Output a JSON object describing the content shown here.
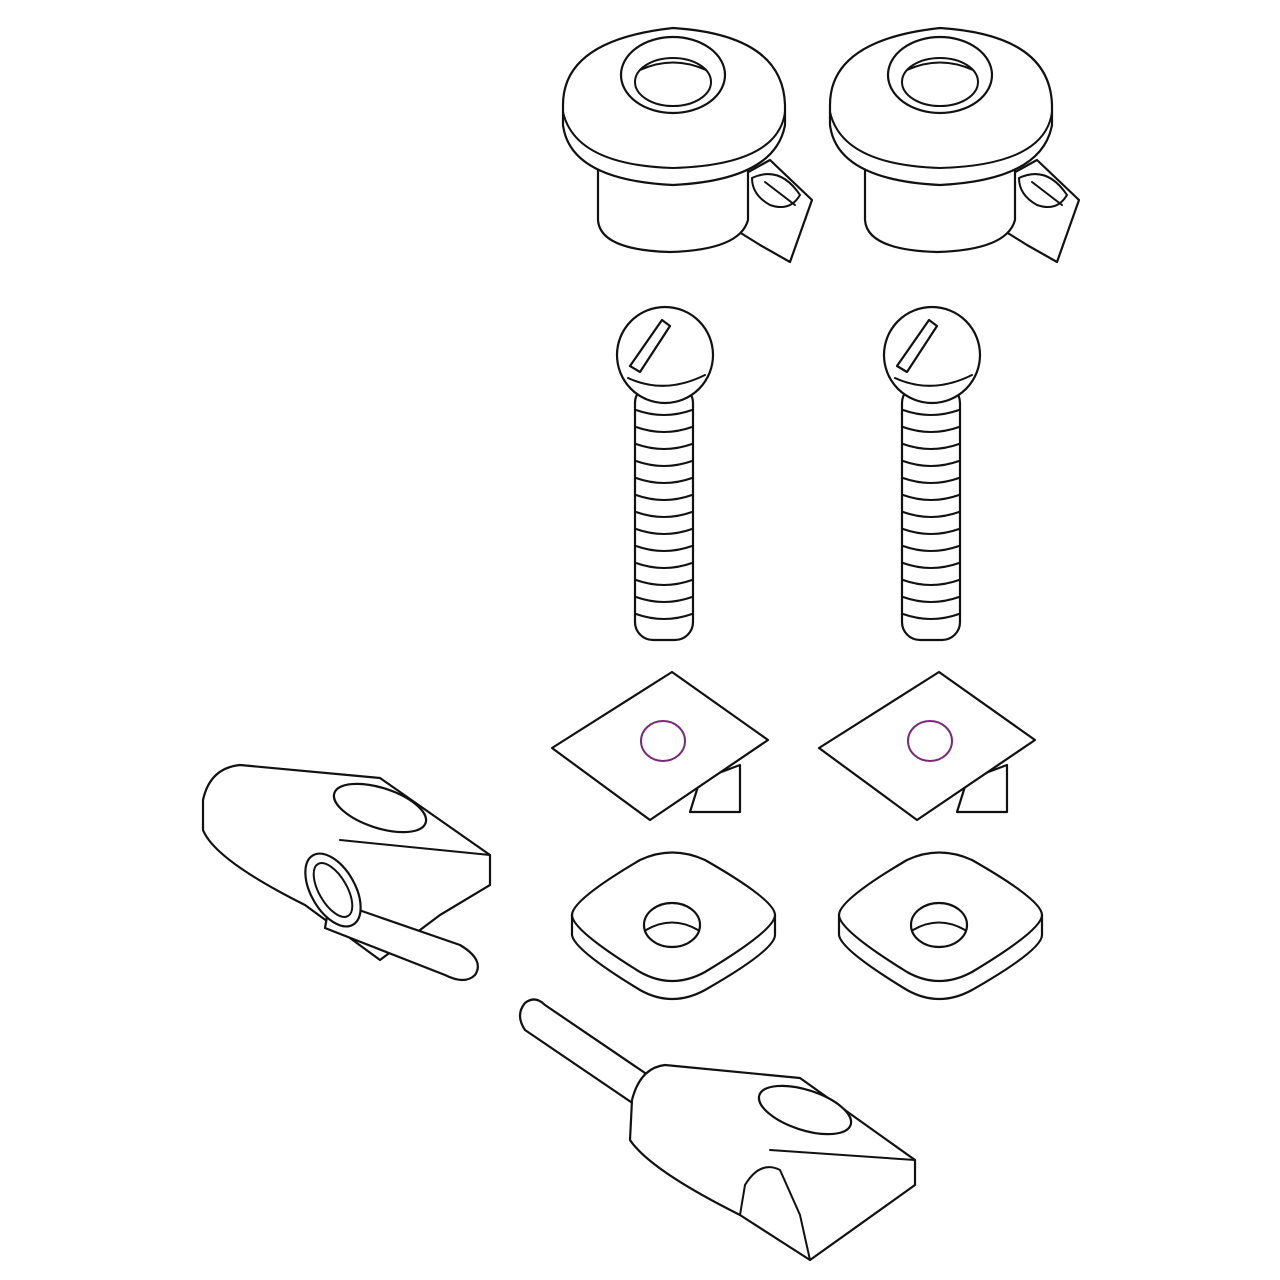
{
  "diagram": {
    "parts": [
      {
        "name": "flanged-knob-nut",
        "count": 2
      },
      {
        "name": "slotted-round-head-screw",
        "count": 2
      },
      {
        "name": "square-clip-nut",
        "count": 2
      },
      {
        "name": "square-washer",
        "count": 2
      },
      {
        "name": "hinge-pin-block",
        "count": 2
      }
    ],
    "colors": {
      "line": "#111111",
      "background": "#ffffff",
      "accent_hole": "#7a2a7a"
    }
  }
}
